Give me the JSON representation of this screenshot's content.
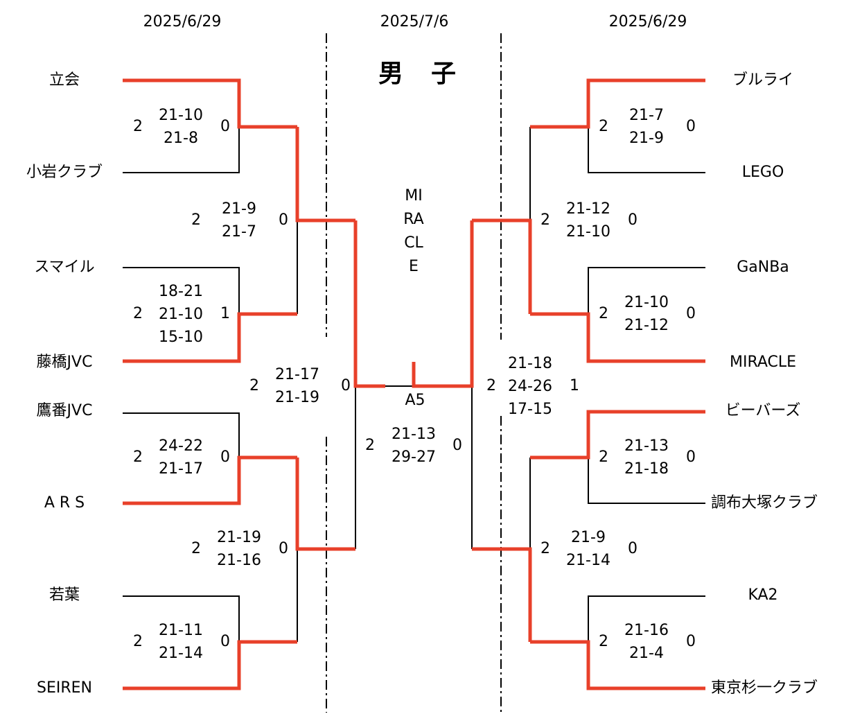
{
  "title": "男　子",
  "dates": {
    "left": "2025/6/29",
    "center": "2025/7/6",
    "right": "2025/6/29"
  },
  "teams": {
    "left": [
      "立会",
      "小岩クラブ",
      "スマイル",
      "藤橋JVC",
      "鷹番JVC",
      "A R S",
      "若葉",
      "SEIREN"
    ],
    "right": [
      "ブルライ",
      "LEGO",
      "GaNBa",
      "MIRACLE",
      "ビーバーズ",
      "調布大塚クラブ",
      "KA2",
      "東京杉一クラブ"
    ]
  },
  "matches": {
    "l_r1_1": {
      "w": "2",
      "scores": [
        "21-10",
        "21-8"
      ],
      "l": "0"
    },
    "l_r1_2": {
      "w": "2",
      "scores": [
        "18-21",
        "21-10",
        "15-10"
      ],
      "l": "1"
    },
    "l_r1_3": {
      "w": "2",
      "scores": [
        "24-22",
        "21-17"
      ],
      "l": "0"
    },
    "l_r1_4": {
      "w": "2",
      "scores": [
        "21-11",
        "21-14"
      ],
      "l": "0"
    },
    "l_r2_1": {
      "w": "2",
      "scores": [
        "21-9",
        "21-7"
      ],
      "l": "0"
    },
    "l_r2_2": {
      "w": "2",
      "scores": [
        "21-19",
        "21-16"
      ],
      "l": "0"
    },
    "l_r3": {
      "w": "2",
      "scores": [
        "21-17",
        "21-19"
      ],
      "l": "0"
    },
    "r_r1_1": {
      "w": "2",
      "scores": [
        "21-7",
        "21-9"
      ],
      "l": "0"
    },
    "r_r1_2": {
      "w": "2",
      "scores": [
        "21-10",
        "21-12"
      ],
      "l": "0"
    },
    "r_r1_3": {
      "w": "2",
      "scores": [
        "21-13",
        "21-18"
      ],
      "l": "0"
    },
    "r_r1_4": {
      "w": "2",
      "scores": [
        "21-16",
        "21-4"
      ],
      "l": "0"
    },
    "r_r2_1": {
      "w": "2",
      "scores": [
        "21-12",
        "21-10"
      ],
      "l": "0"
    },
    "r_r2_2": {
      "w": "2",
      "scores": [
        "21-9",
        "21-14"
      ],
      "l": "0"
    },
    "r_r3": {
      "w": "2",
      "scores": [
        "21-18",
        "24-26",
        "17-15"
      ],
      "l": "1"
    },
    "final": {
      "w": "2",
      "scores": [
        "21-13",
        "29-27"
      ],
      "l": "0",
      "code": "A5"
    }
  },
  "champion": "MIRACLE",
  "colors": {
    "winner_line": "#e8402a",
    "line": "#000000"
  }
}
